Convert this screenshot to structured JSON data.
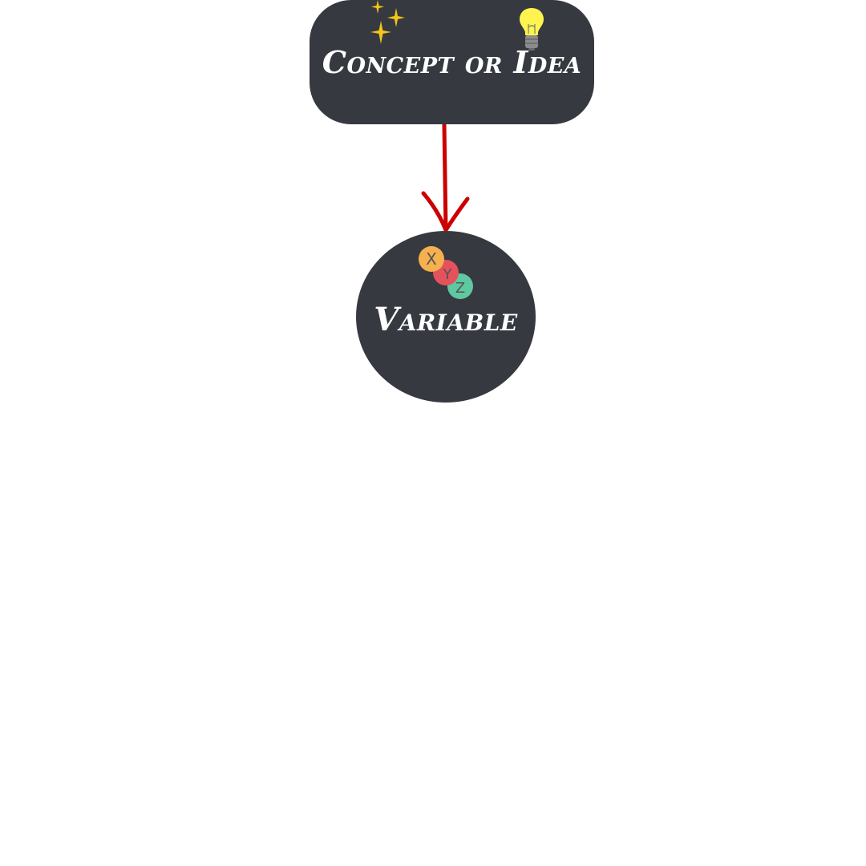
{
  "diagram": {
    "nodes": [
      {
        "id": "concept",
        "label": "Concept or Idea",
        "shape": "rounded-rectangle",
        "icons": [
          "sparkles-icon",
          "lightbulb-icon"
        ]
      },
      {
        "id": "variable",
        "label": "Variable",
        "shape": "circle",
        "icons": [
          "xyz-variables-icon"
        ]
      }
    ],
    "edges": [
      {
        "from": "concept",
        "to": "variable",
        "style": "arrow"
      }
    ],
    "xyz_icon_letters": [
      "X",
      "Y",
      "Z"
    ],
    "colors": {
      "node_fill": "#363a40",
      "node_text": "#ffffff",
      "arrow": "#cc0000",
      "sparkle": "#f5c518",
      "bulb": "#fff44f",
      "x_circle": "#f6b04f",
      "y_circle": "#e4525c",
      "z_circle": "#5ec9a0"
    }
  }
}
